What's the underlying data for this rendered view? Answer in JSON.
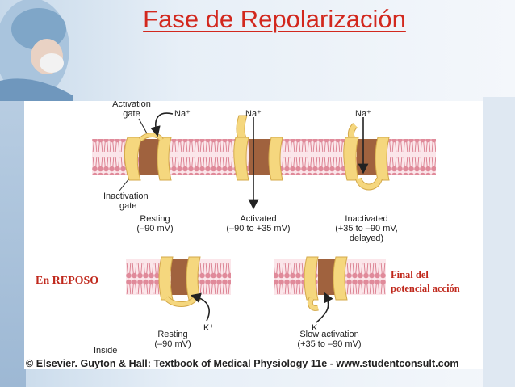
{
  "slide": {
    "title": "Fase de Repolarización",
    "note_left": "En REPOSO",
    "note_right_line1": "Final del",
    "note_right_line2": "potencial acción",
    "copyright": "© Elsevier. Guyton & Hall: Textbook of Medical Physiology 11e - www.studentconsult.com"
  },
  "diagram": {
    "label_activation_gate_1": "Activation",
    "label_activation_gate_2": "gate",
    "label_na_1": "Na⁺",
    "label_na_2": "Na⁺",
    "label_na_3": "Na⁺",
    "label_inactivation_gate_1": "Inactivation",
    "label_inactivation_gate_2": "gate",
    "resting_na_1": "Resting",
    "resting_na_2": "(–90 mV)",
    "activated_1": "Activated",
    "activated_2": "(–90 to +35 mV)",
    "inactivated_1": "Inactivated",
    "inactivated_2": "(+35 to –90 mV,",
    "inactivated_3": "delayed)",
    "label_k_1": "K⁺",
    "label_k_2": "K⁺",
    "resting_k_1": "Resting",
    "resting_k_2": "(–90 mV)",
    "slow_activation_1": "Slow activation",
    "slow_activation_2": "(+35 to –90 mV)",
    "label_inside": "Inside"
  },
  "colors": {
    "title": "#d2281e",
    "note": "#c0281c",
    "membrane_head": "#e08a9a",
    "membrane_tail": "#f4cfd6",
    "channel": "#f5d77e",
    "pore": "#a0623e"
  }
}
